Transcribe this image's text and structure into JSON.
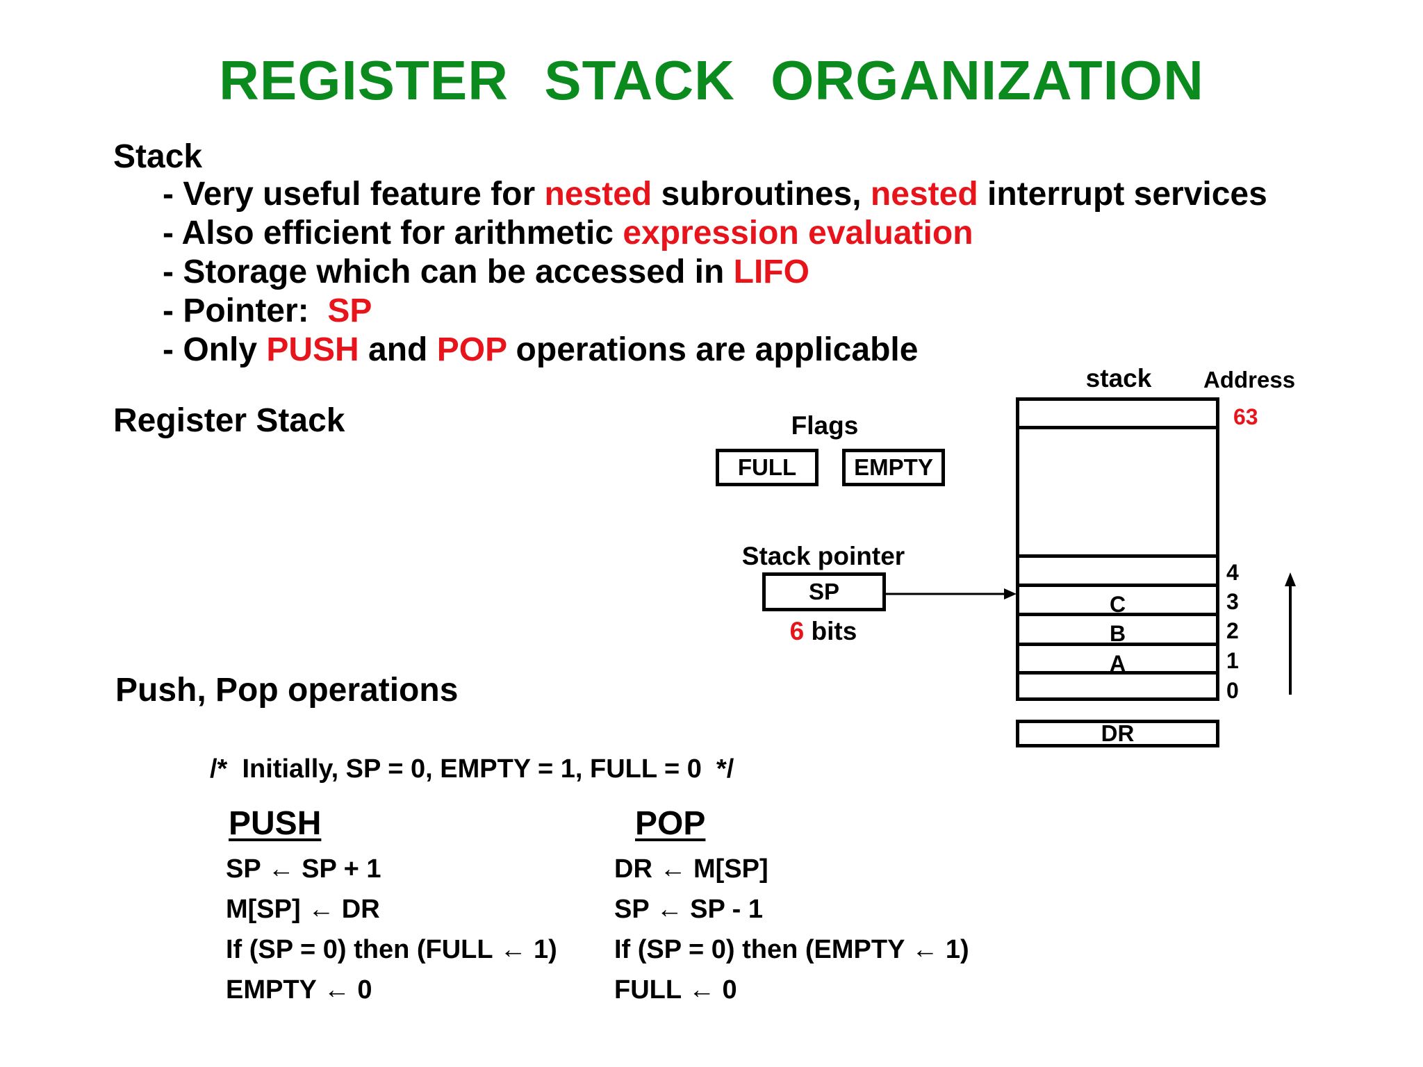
{
  "title": "REGISTER  STACK  ORGANIZATION",
  "stack_section": {
    "heading": "Stack",
    "bullets": [
      [
        {
          "t": "- Very useful feature for ",
          "red": false
        },
        {
          "t": "nested",
          "red": true
        },
        {
          "t": " subroutines, ",
          "red": false
        },
        {
          "t": "nested",
          "red": true
        },
        {
          "t": " interrupt services",
          "red": false
        }
      ],
      [
        {
          "t": "- Also efficient for arithmetic ",
          "red": false
        },
        {
          "t": "expression evaluation",
          "red": true
        }
      ],
      [
        {
          "t": "- Storage which can be accessed in ",
          "red": false
        },
        {
          "t": "LIFO",
          "red": true
        }
      ],
      [
        {
          "t": "- Pointer:  ",
          "red": false
        },
        {
          "t": "SP",
          "red": true
        }
      ],
      [
        {
          "t": "- Only ",
          "red": false
        },
        {
          "t": "PUSH",
          "red": true
        },
        {
          "t": " and ",
          "red": false
        },
        {
          "t": "POP",
          "red": true
        },
        {
          "t": " operations are applicable",
          "red": false
        }
      ]
    ]
  },
  "register_stack_heading": "Register Stack",
  "diagram": {
    "flags_label": "Flags",
    "full_flag": "FULL",
    "empty_flag": "EMPTY",
    "stack_pointer_label": "Stack pointer",
    "sp_box": "SP",
    "bits_number": "6",
    "bits_unit": " bits",
    "stack_label": "stack",
    "address_label": "Address",
    "addr_63": "63",
    "addr_4": "4",
    "addr_3": "3",
    "addr_2": "2",
    "addr_1": "1",
    "addr_0": "0",
    "cell_c": "C",
    "cell_b": "B",
    "cell_a": "A",
    "dr_box": "DR"
  },
  "ops": {
    "heading": "Push, Pop operations",
    "comment": "/*  Initially, SP = 0, EMPTY = 1, FULL = 0  */",
    "push_heading": "PUSH",
    "push_lines": [
      "SP ← SP + 1",
      "M[SP] ← DR",
      "If (SP = 0) then (FULL ← 1)",
      "EMPTY ← 0"
    ],
    "pop_heading": "POP",
    "pop_lines": [
      "DR ← M[SP]",
      "SP ← SP - 1",
      "If (SP = 0) then (EMPTY ← 1)",
      "FULL ← 0"
    ]
  },
  "colors": {
    "title": "#0b8a1e",
    "highlight": "#e8141b",
    "text": "#000000"
  }
}
